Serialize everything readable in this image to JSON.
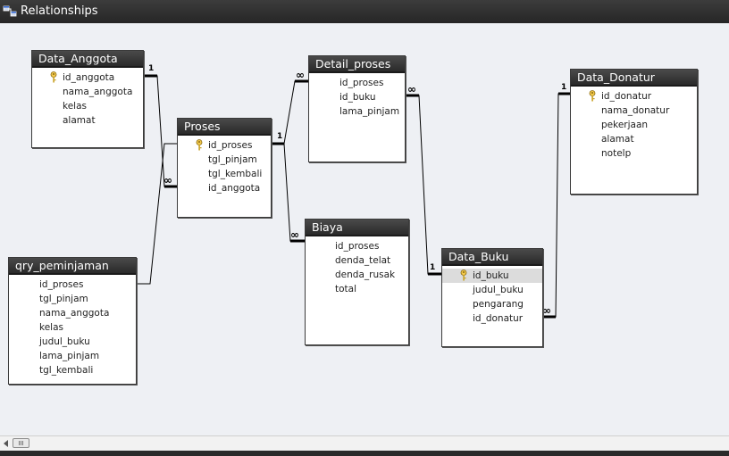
{
  "window": {
    "title": "Relationships",
    "icon": "relationships-icon"
  },
  "tables": [
    {
      "name": "Data_Anggota",
      "fields": [
        {
          "label": "id_anggota",
          "key": true
        },
        {
          "label": "nama_anggota"
        },
        {
          "label": "kelas"
        },
        {
          "label": "alamat"
        }
      ]
    },
    {
      "name": "Proses",
      "fields": [
        {
          "label": "id_proses",
          "key": true
        },
        {
          "label": "tgl_pinjam"
        },
        {
          "label": "tgl_kembali"
        },
        {
          "label": "id_anggota"
        }
      ]
    },
    {
      "name": "Detail_proses",
      "fields": [
        {
          "label": "id_proses"
        },
        {
          "label": "id_buku"
        },
        {
          "label": "lama_pinjam"
        }
      ]
    },
    {
      "name": "Biaya",
      "fields": [
        {
          "label": "id_proses"
        },
        {
          "label": "denda_telat"
        },
        {
          "label": "denda_rusak"
        },
        {
          "label": "total"
        }
      ]
    },
    {
      "name": "qry_peminjaman",
      "fields": [
        {
          "label": "id_proses"
        },
        {
          "label": "tgl_pinjam"
        },
        {
          "label": "nama_anggota"
        },
        {
          "label": "kelas"
        },
        {
          "label": "judul_buku"
        },
        {
          "label": "lama_pinjam"
        },
        {
          "label": "tgl_kembali"
        }
      ]
    },
    {
      "name": "Data_Buku",
      "fields": [
        {
          "label": "id_buku",
          "key": true,
          "selected": true
        },
        {
          "label": "judul_buku"
        },
        {
          "label": "pengarang"
        },
        {
          "label": "id_donatur"
        }
      ]
    },
    {
      "name": "Data_Donatur",
      "fields": [
        {
          "label": "id_donatur",
          "key": true
        },
        {
          "label": "nama_donatur"
        },
        {
          "label": "pekerjaan"
        },
        {
          "label": "alamat"
        },
        {
          "label": "notelp"
        }
      ]
    }
  ],
  "relationships": [
    {
      "one": "1",
      "many": "∞"
    },
    {
      "one": "1",
      "many": "∞"
    },
    {
      "one": "1",
      "many": "∞"
    },
    {
      "one": "1",
      "many": "∞"
    },
    {
      "one": "1",
      "many": "∞"
    }
  ],
  "icons": {
    "primary_key": "key-icon",
    "scroll_left": "scroll-left-arrow-icon"
  },
  "colors": {
    "titlebar": "#2e2e2e",
    "header": "#333333",
    "canvas": "#eef0f4",
    "selected_field": "#dcdcdc"
  }
}
